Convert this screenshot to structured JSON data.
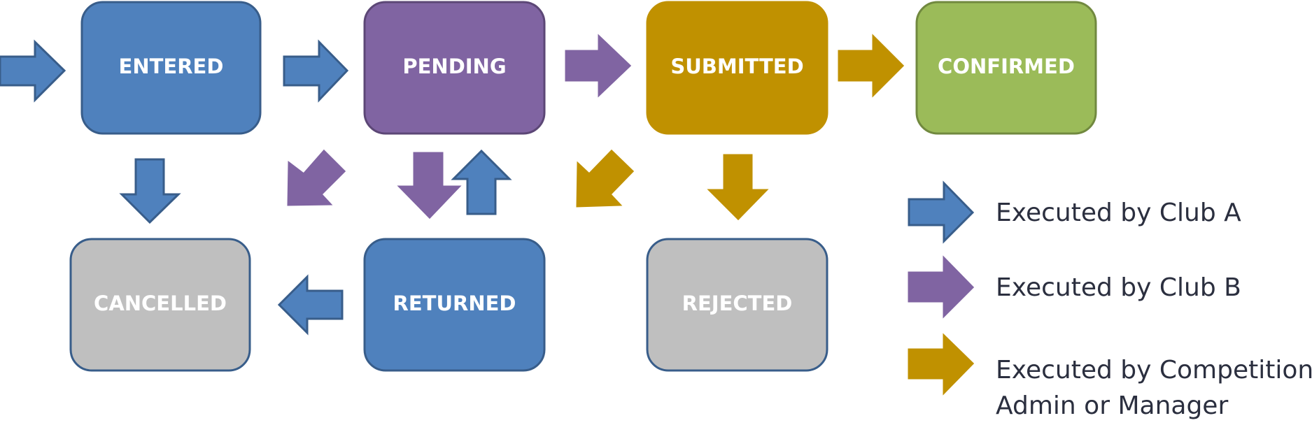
{
  "colors": {
    "club_a": "#4f81bd",
    "club_a_stroke": "#385d8a",
    "club_b": "#8064a2",
    "club_b_stroke": "#5c4776",
    "admin": "#c09100",
    "admin_stroke": "#c09100",
    "confirmed": "#9bbb59",
    "confirmed_stroke": "#71893f",
    "terminal_grey": "#bfbfbf",
    "terminal_stroke": "#385d8a",
    "label_text": "#ffffff",
    "legend_text": "#2b2f3f"
  },
  "states": {
    "entered": {
      "label": "ENTERED"
    },
    "pending": {
      "label": "PENDING"
    },
    "submitted": {
      "label": "SUBMITTED"
    },
    "confirmed": {
      "label": "CONFIRMED"
    },
    "cancelled": {
      "label": "CANCELLED"
    },
    "returned": {
      "label": "RETURNED"
    },
    "rejected": {
      "label": "REJECTED"
    }
  },
  "legend": {
    "club_a": {
      "label": "Executed by Club A",
      "icon": "right-arrow-icon"
    },
    "club_b": {
      "label": "Executed by Club B",
      "icon": "right-arrow-icon"
    },
    "admin": {
      "line1": "Executed by Competition",
      "line2": "Admin or Manager",
      "icon": "right-arrow-icon"
    }
  }
}
